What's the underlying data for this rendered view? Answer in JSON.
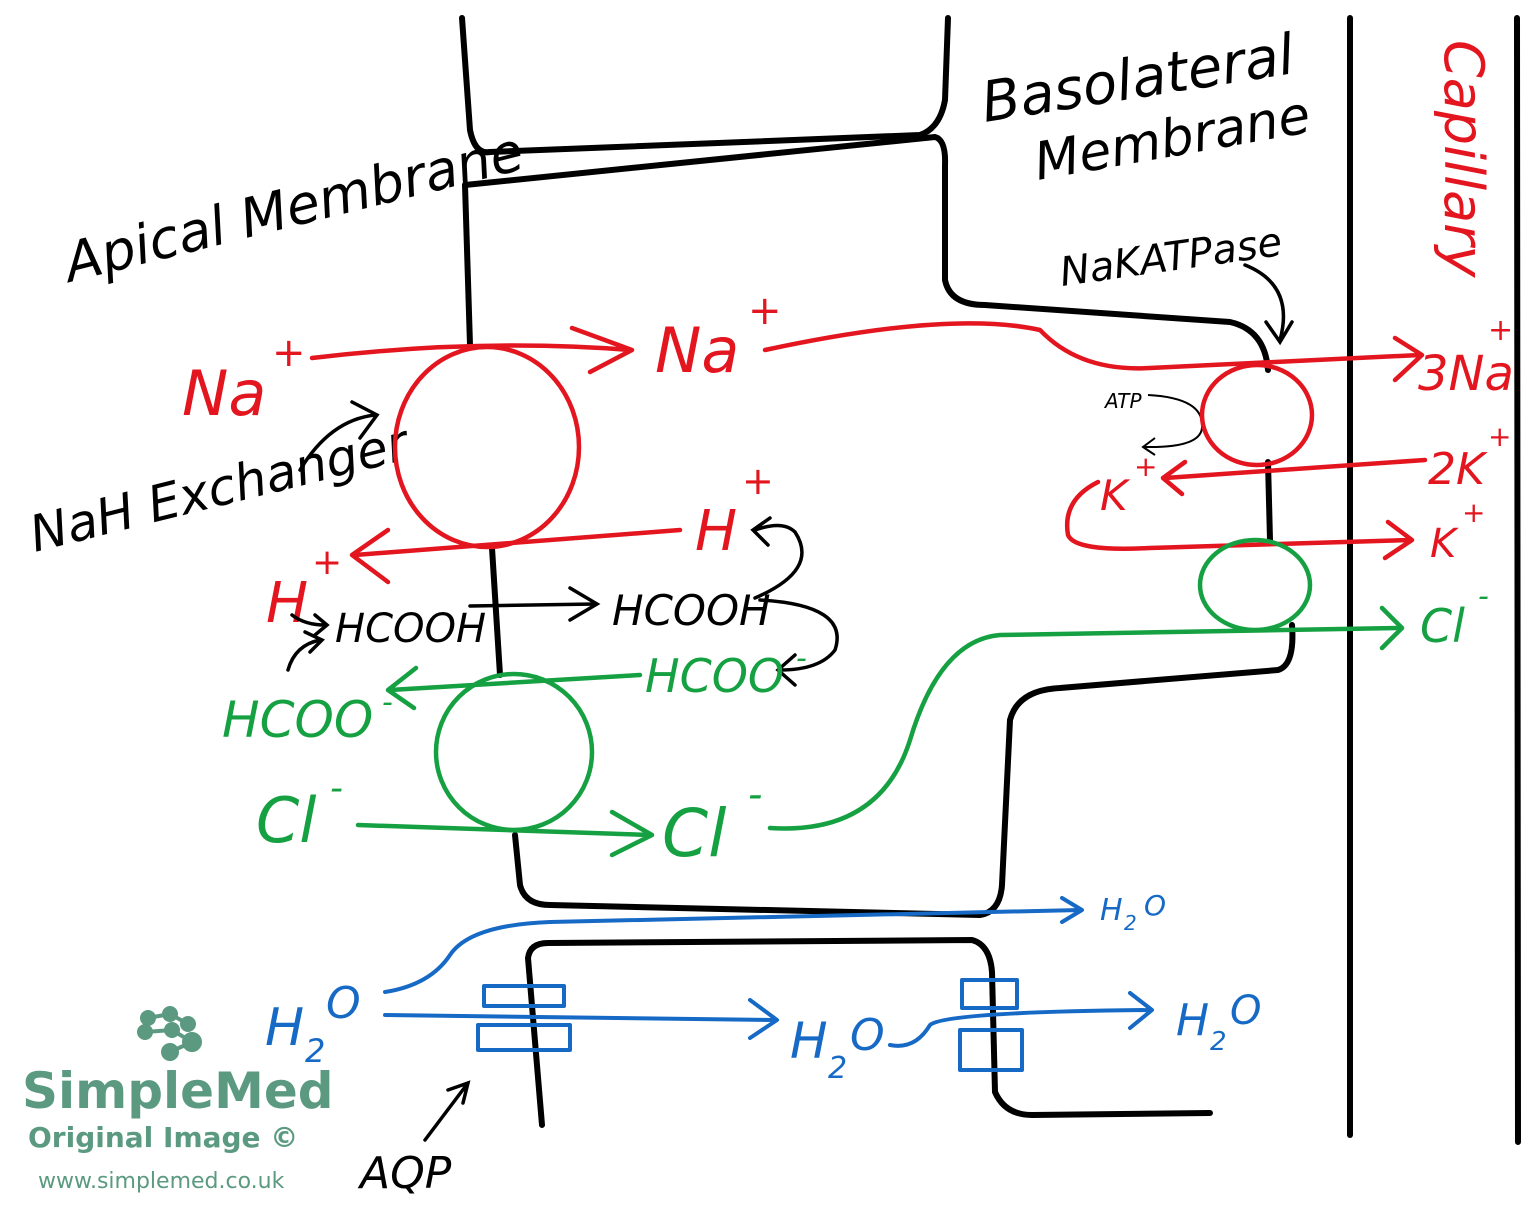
{
  "labels": {
    "apical_membrane": "Apical Membrane",
    "basolateral_line1": "Basolateral",
    "basolateral_line2": "Membrane",
    "capillary": "Capillary",
    "nakatpase": "NaKATPase",
    "nah_exchanger": "NaH Exchanger",
    "atp": "ATP",
    "aqp": "AQP"
  },
  "ions": {
    "na_lumen": {
      "base": "Na",
      "sup": "+"
    },
    "na_cell": {
      "base": "Na",
      "sup": "+"
    },
    "na_blood": {
      "base": "3Na",
      "sup": "+"
    },
    "h_cell": {
      "base": "H",
      "sup": "+"
    },
    "h_lumen": {
      "base": "H",
      "sup": "+"
    },
    "hcooh_lumen": "HCOOH",
    "hcooh_cell": "HCOOH",
    "hcoo_lumen": {
      "base": "HCOO",
      "sup": "-"
    },
    "hcoo_cell": {
      "base": "HCOO",
      "sup": "-"
    },
    "cl_lumen": {
      "base": "Cl",
      "sup": "-"
    },
    "cl_cell": {
      "base": "Cl",
      "sup": "-"
    },
    "cl_blood": {
      "base": "Cl",
      "sup": "-"
    },
    "k2_blood": {
      "base": "2K",
      "sup": "+"
    },
    "k_cell": {
      "base": "K",
      "sup": "+"
    },
    "k_blood": {
      "base": "K",
      "sup": "+"
    },
    "h2o_lumen": {
      "h": "H",
      "sub": "2",
      "o": "O"
    },
    "h2o_para": {
      "h": "H",
      "sub": "2",
      "o": "O"
    },
    "h2o_cell": {
      "h": "H",
      "sub": "2",
      "o": "O"
    },
    "h2o_blood": {
      "h": "H",
      "sub": "2",
      "o": "O"
    }
  },
  "watermark": {
    "brand": "SimpleMed",
    "subtitle": "Original Image ©",
    "url": "www.simplemed.co.uk"
  },
  "colors": {
    "sodium_potassium": "#e3151f",
    "chloride_formate": "#15a042",
    "water": "#1669c4",
    "membrane": "#000000",
    "logo": "#5b9a80"
  }
}
